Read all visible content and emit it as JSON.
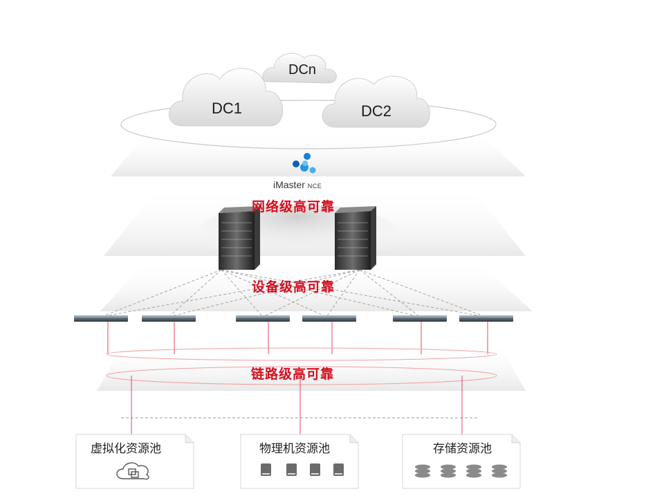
{
  "clouds": [
    {
      "label": "DCn"
    },
    {
      "label": "DC1"
    },
    {
      "label": "DC2"
    }
  ],
  "brand": {
    "name": "iMaster",
    "suffix": "NCE"
  },
  "layers": {
    "network": "网络级高可靠",
    "device": "设备级高可靠",
    "link": "链路级高可靠"
  },
  "pools": [
    {
      "label": "虚拟化资源池",
      "icon": "virtualization-cloud-icon"
    },
    {
      "label": "物理机资源池",
      "icon": "physical-server-icon"
    },
    {
      "label": "存储资源池",
      "icon": "storage-disk-icon"
    }
  ],
  "colors": {
    "accent_red": "#d40f1f",
    "link_red": "#e8474f",
    "dashed_gray": "#9a9a9a"
  }
}
